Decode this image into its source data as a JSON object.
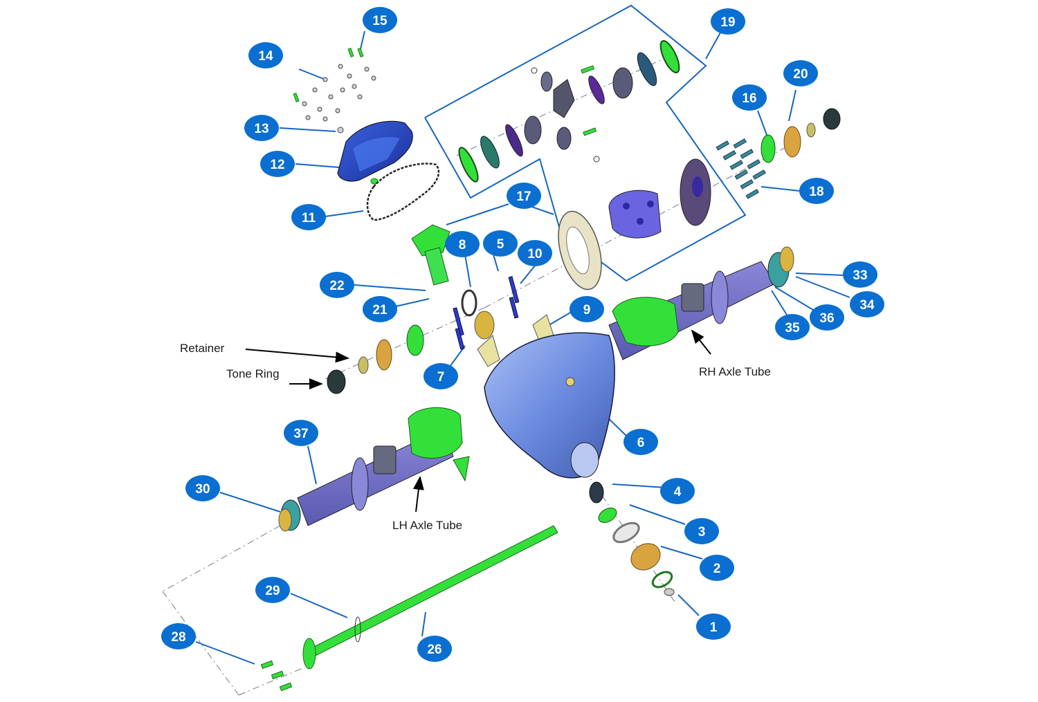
{
  "colors": {
    "callout": "#0a6fd0",
    "leader": "#1565c0",
    "part_green": "#33e03a",
    "part_blue": "#4a64c8",
    "part_purple": "#7a5cb8",
    "housing": "#6f8fe0",
    "gear_gold": "#d9b440",
    "gear_cream": "#e8e2c6"
  },
  "callouts": [
    "1",
    "2",
    "3",
    "4",
    "5",
    "6",
    "7",
    "8",
    "9",
    "10",
    "11",
    "12",
    "13",
    "14",
    "15",
    "16",
    "17",
    "18",
    "19",
    "20",
    "21",
    "22",
    "26",
    "28",
    "29",
    "30",
    "33",
    "34",
    "35",
    "36",
    "37"
  ],
  "labels": {
    "retainer": "Retainer",
    "tone_ring": "Tone Ring",
    "rh_axle_tube": "RH Axle Tube",
    "lh_axle_tube": "LH Axle Tube"
  }
}
